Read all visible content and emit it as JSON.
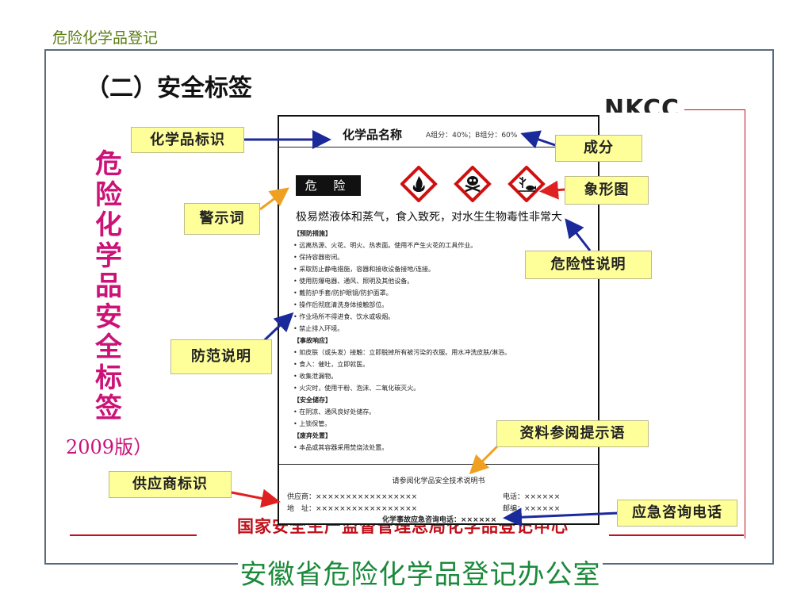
{
  "header": {
    "category": "危险化学品登记"
  },
  "section": {
    "title": "（二）安全标签"
  },
  "vertical_title": [
    "危",
    "险",
    "化",
    "学",
    "品",
    "安",
    "全",
    "标",
    "签"
  ],
  "version_text": "2009版）",
  "brand": {
    "logo_text": "NKCC",
    "red_band_text": "国家安全生产监督管理总局化学品登记中心"
  },
  "footer": {
    "office": "安徽省危险化学品登记办公室"
  },
  "label": {
    "chem_name": "化学品名称",
    "composition": "A组分：40%；B组分：60%",
    "signal_word": "危 险",
    "hazard_statement": "极易燃液体和蒸气，食入致死，对水生生物毒性非常大",
    "pictograms": [
      "flame-pictogram",
      "skull-crossbones-pictogram",
      "environment-pictogram"
    ],
    "precaution_lines": [
      {
        "text": "【预防措施】",
        "bold": true
      },
      {
        "text": "• 远离热源、火花、明火、热表面。使用不产生火花的工具作业。",
        "bold": false
      },
      {
        "text": "• 保持容器密闭。",
        "bold": false
      },
      {
        "text": "• 采取防止静电措施，容器和接收设备接地/连接。",
        "bold": false
      },
      {
        "text": "• 使用防爆电器、通风、照明及其他设备。",
        "bold": false
      },
      {
        "text": "• 戴防护手套/防护眼镜/防护面罩。",
        "bold": false
      },
      {
        "text": "• 操作后彻底清洗身体接触部位。",
        "bold": false
      },
      {
        "text": "• 作业场所不得进食、饮水或吸烟。",
        "bold": false
      },
      {
        "text": "• 禁止排入环境。",
        "bold": false
      },
      {
        "text": "【事故响应】",
        "bold": true
      },
      {
        "text": "• 如皮肤（或头发）接触：立即脱掉所有被污染的衣服。用水冲洗皮肤/淋浴。",
        "bold": false
      },
      {
        "text": "• 食入：催吐，立即就医。",
        "bold": false
      },
      {
        "text": "• 收集泄漏物。",
        "bold": false
      },
      {
        "text": "• 火灾时，使用干粉、泡沫、二氧化碳灭火。",
        "bold": false
      },
      {
        "text": "【安全储存】",
        "bold": true
      },
      {
        "text": "• 在阴凉、通风良好处储存。",
        "bold": false
      },
      {
        "text": "• 上锁保管。",
        "bold": false
      },
      {
        "text": "【废弃处置】",
        "bold": true
      },
      {
        "text": "• 本品或其容器采用焚烧法处置。",
        "bold": false
      }
    ],
    "refer_text": "请参阅化学品安全技术说明书",
    "supplier_line": "供应商：×××××××××××××××××",
    "address_line": "地　址：×××××××××××××××××",
    "phone_line": "电话：××××××",
    "postcode_line": "邮编：××××××",
    "emergency_line": "化学事故应急咨询电话：××××××"
  },
  "callouts": {
    "chem_id": "化学品标识",
    "composition": "成分",
    "signal_word": "警示词",
    "pictogram": "象形图",
    "hazard_desc": "危险性说明",
    "precaution": "防范说明",
    "reference": "资料参阅提示语",
    "supplier": "供应商标识",
    "emergency": "应急咨询电话"
  },
  "colors": {
    "callout_bg": "#ffff99",
    "arrow_blue": "#1a2a9a",
    "arrow_orange": "#f0a020",
    "arrow_red": "#e02020",
    "accent_magenta": "#cc1177"
  }
}
